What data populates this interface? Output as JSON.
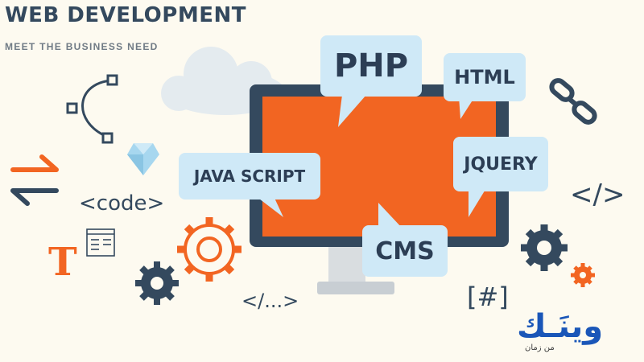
{
  "header": {
    "title": "WEB DEVELOPMENT",
    "subtitle": "MEET THE BUSINESS NEED"
  },
  "bubbles": {
    "php": "PHP",
    "html": "HTML",
    "javascript": "JAVA SCRIPT",
    "jquery": "JQUERY",
    "cms": "CMS"
  },
  "code_snippets": {
    "code_tag": "<code>",
    "close_tag": "</>",
    "ellipsis_tag": "</...>",
    "hash_tag": "[#]"
  },
  "icons": {
    "letter_t": "T",
    "names": [
      "cloud-icon",
      "bezier-curve-icon",
      "diamond-icon",
      "swap-arrows-icon",
      "text-layout-icon",
      "gear-icon",
      "link-chain-icon",
      "monitor-icon"
    ]
  },
  "brand": {
    "logo_text": "وينَـك",
    "tagline": "من زمان"
  },
  "colors": {
    "navy": "#34495e",
    "orange": "#f26522",
    "bubble": "#cfe9f7",
    "brand_blue": "#1a56b8"
  }
}
